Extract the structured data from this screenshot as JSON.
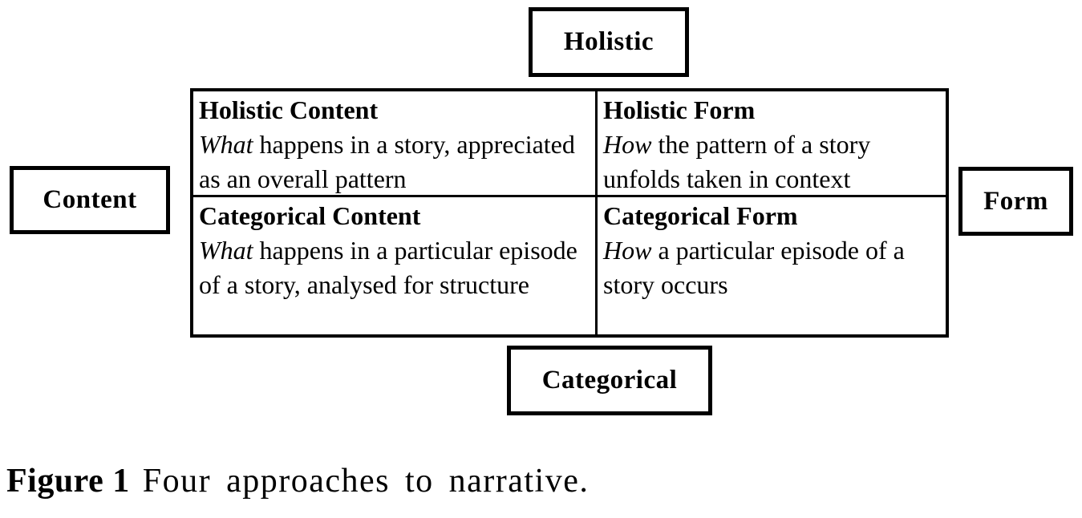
{
  "figure": {
    "axes": {
      "top": "Holistic",
      "bottom": "Categorical",
      "left": "Content",
      "right": "Form"
    },
    "matrix": {
      "cells": [
        {
          "title": "Holistic Content",
          "lead": "What",
          "body": " happens in a story, appreciated as an overall pattern"
        },
        {
          "title": "Holistic Form",
          "lead": "How",
          "body": " the pattern of a story unfolds taken in context"
        },
        {
          "title": "Categorical Content",
          "lead": "What",
          "body": " happens in a particular episode of a story, analysed for structure"
        },
        {
          "title": "Categorical Form",
          "lead": "How",
          "body": " a particular episode of a story occurs"
        }
      ]
    },
    "caption": {
      "label": "Figure 1",
      "text": "Four approaches to narrative."
    },
    "colors": {
      "ink": "#000000",
      "background": "#ffffff"
    }
  }
}
